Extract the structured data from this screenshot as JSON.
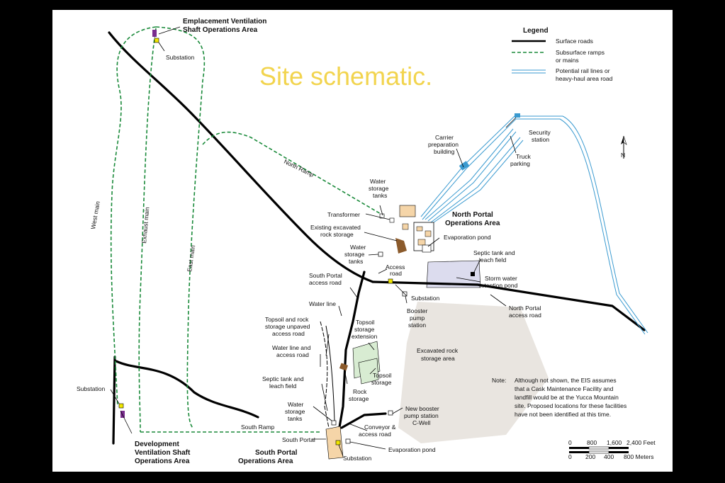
{
  "title": "Site schematic.",
  "legend": {
    "heading": "Legend",
    "surface_roads": "Surface roads",
    "subsurface_1": "Subsurface ramps",
    "subsurface_2": "or mains",
    "rail_1": "Potential rail lines or",
    "rail_2": "heavy-haul area road"
  },
  "areas": {
    "emplacement_1": "Emplacement Ventilation",
    "emplacement_2": "Shaft Operations Area",
    "north_portal_1": "North Portal",
    "north_portal_2": "Operations Area",
    "south_portal_1": "South Portal",
    "south_portal_2": "Operations Area",
    "development_1": "Development",
    "development_2": "Ventilation Shaft",
    "development_3": "Operations Area"
  },
  "labels": {
    "substation_top": "Substation",
    "north_ramp": "North Ramp",
    "west_main": "West main",
    "exhaust_main": "Exhaust main",
    "east_main": "East main",
    "carrier_1": "Carrier",
    "carrier_2": "preparation",
    "carrier_3": "building",
    "security_1": "Security",
    "security_2": "station",
    "truck_1": "Truck",
    "truck_2": "parking",
    "water_tanks_top_1": "Water",
    "water_tanks_top_2": "storage",
    "water_tanks_top_3": "tanks",
    "transformer": "Transformer",
    "excavated_rock_1": "Existing excavated",
    "excavated_rock_2": "rock storage",
    "evaporation_pond_n": "Evaporation pond",
    "water_tanks_mid_1": "Water",
    "water_tanks_mid_2": "storage",
    "water_tanks_mid_3": "tanks",
    "septic_n_1": "Septic tank and",
    "septic_n_2": "leach field",
    "access_road_1": "Access",
    "access_road_2": "road",
    "storm_water_1": "Storm water",
    "storm_water_2": "retention pond",
    "south_portal_access_1": "South Portal",
    "south_portal_access_2": "access road",
    "substation_mid": "Substation",
    "north_portal_access_1": "North Portal",
    "north_portal_access_2": "access road",
    "water_line": "Water line",
    "booster_1": "Booster",
    "booster_2": "pump",
    "booster_3": "station",
    "topsoil_unpaved_1": "Topsoil and rock",
    "topsoil_unpaved_2": "storage unpaved",
    "topsoil_unpaved_3": "access road",
    "topsoil_ext_1": "Topsoil",
    "topsoil_ext_2": "storage",
    "topsoil_ext_3": "extension",
    "excavated_area_1": "Excavated rock",
    "excavated_area_2": "storage area",
    "water_line_access_1": "Water line and",
    "water_line_access_2": "access road",
    "topsoil_storage_1": "Topsoil",
    "topsoil_storage_2": "storage",
    "rock_storage_1": "Rock",
    "rock_storage_2": "storage",
    "substation_left": "Substation",
    "septic_s_1": "Septic tank and",
    "septic_s_2": "leach field",
    "water_tanks_s_1": "Water",
    "water_tanks_s_2": "storage",
    "water_tanks_s_3": "tanks",
    "new_booster_1": "New booster",
    "new_booster_2": "pump station",
    "new_booster_3": "C-Well",
    "south_ramp": "South Ramp",
    "south_portal": "South Portal",
    "conveyor_1": "Conveyor &",
    "conveyor_2": "access road",
    "evaporation_pond_s": "Evaporation pond",
    "substation_bottom": "Substation"
  },
  "note": {
    "prefix": "Note:",
    "line1": "Although not shown, the EIS assumes",
    "line2": "that a Cask Maintenance Facility and",
    "line3": "landfill would be at the Yucca Mountain",
    "line4": "site.  Proposed locations for these facilities",
    "line5": "have not been identified at this time."
  },
  "scale": {
    "feet_ticks": [
      "0",
      "800",
      "1,600",
      "2,400 Feet"
    ],
    "meter_ticks": [
      "0",
      "200",
      "400",
      "800 Meters"
    ]
  },
  "north_label": "N",
  "colors": {
    "title": "#f2d44e",
    "ramp": "#1a8a3a",
    "rail": "#3a9ad0",
    "excavated_area": "#e9e5e0",
    "storm_pond": "#dcdcee",
    "topsoil": "#d8ecd2",
    "building": "#f5d5a8",
    "rock": "#8b5a2b",
    "substation_marker": "#f0e600",
    "shaft_marker": "#7a2e8e"
  }
}
